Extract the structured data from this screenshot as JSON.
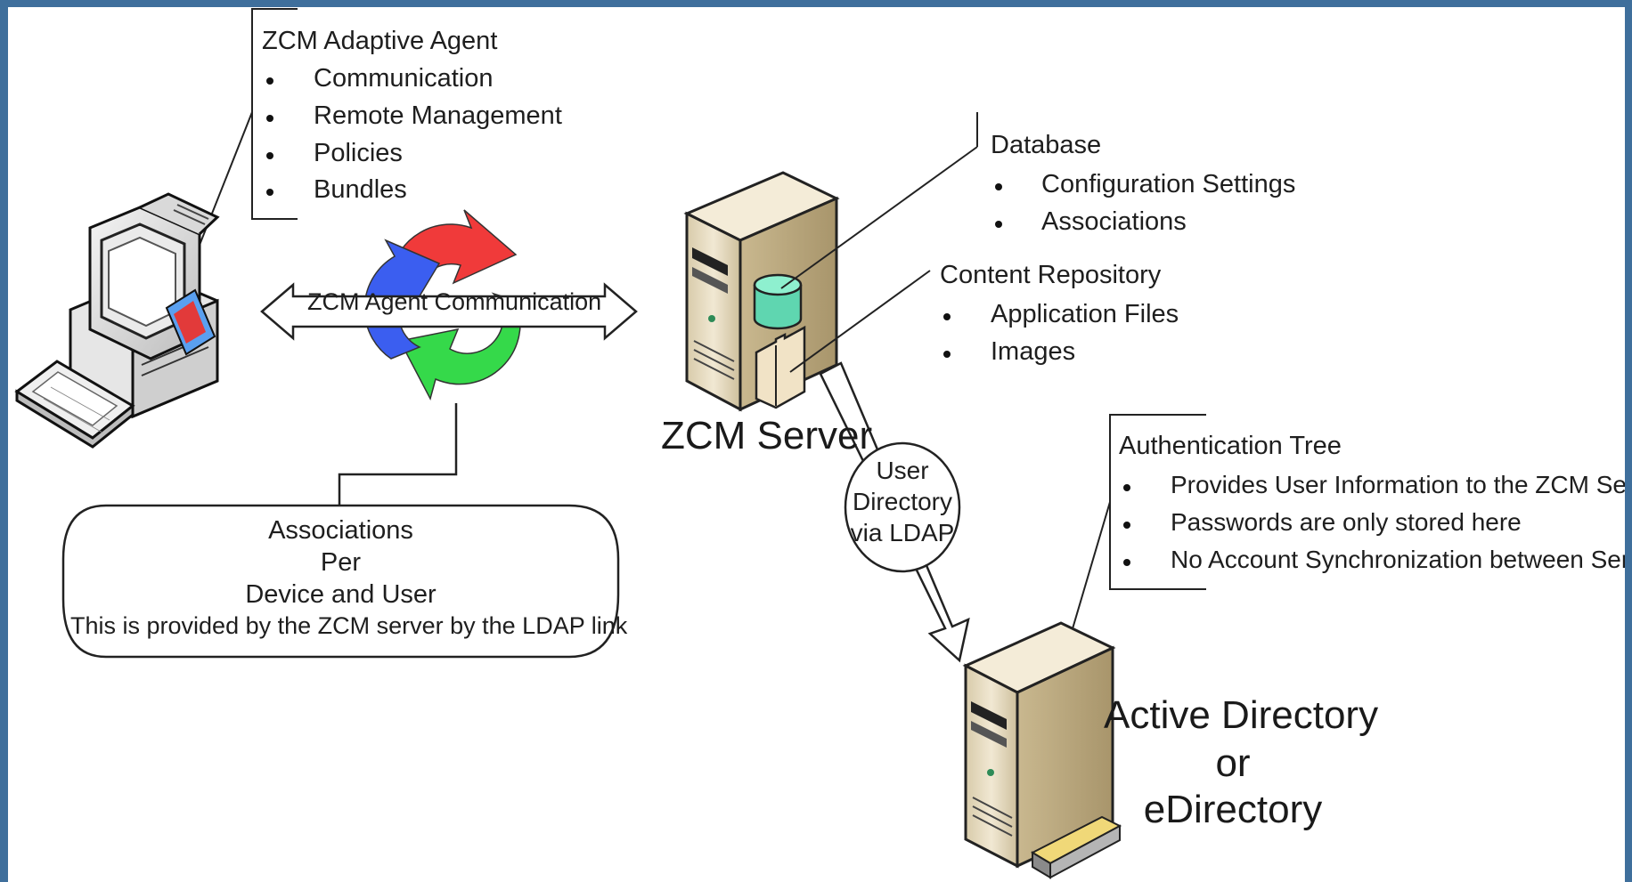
{
  "agent_callout": {
    "title": "ZCM Adaptive Agent",
    "items": [
      "Communication",
      "Remote Management",
      "Policies",
      "Bundles"
    ]
  },
  "arrow_label": "ZCM Agent Communication",
  "associations_box": {
    "lines": [
      "Associations",
      "Per",
      "Device and User",
      "This is provided by the ZCM server by the LDAP link"
    ]
  },
  "server_label": "ZCM Server",
  "database_callout": {
    "title": "Database",
    "items": [
      "Configuration Settings",
      "Associations"
    ]
  },
  "content_callout": {
    "title": "Content Repository",
    "items": [
      "Application Files",
      "Images"
    ]
  },
  "ldap_ellipse": {
    "lines": [
      "User",
      "Directory",
      "via LDAP"
    ]
  },
  "auth_callout": {
    "title": "Authentication Tree",
    "items": [
      "Provides User Information to the ZCM Server",
      "Passwords are only stored here",
      "No Account Synchronization between Servers"
    ]
  },
  "directory_label": {
    "lines": [
      "Active Directory",
      "or",
      "eDirectory"
    ]
  },
  "colors": {
    "background": "#3f6f9c",
    "cycle_red": "#f03a3a",
    "cycle_blue": "#3b5ef0",
    "cycle_green": "#35d94a",
    "database": "#5fd6b0",
    "server_body": "#e8dcc2"
  }
}
